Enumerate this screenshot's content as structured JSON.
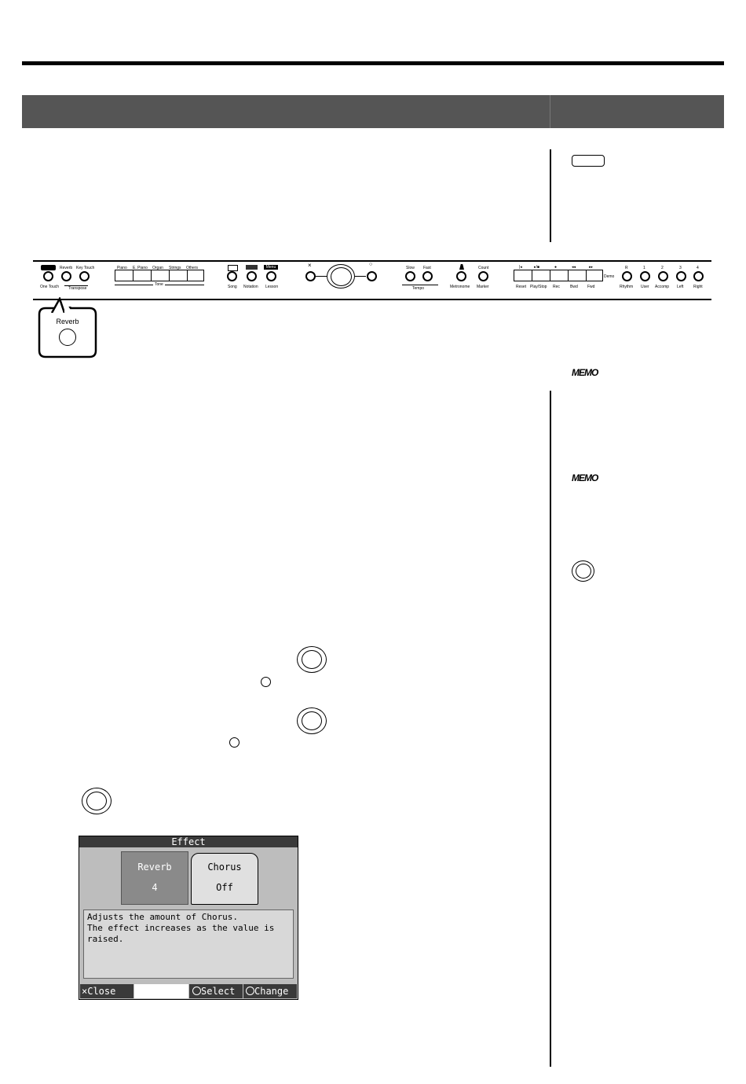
{
  "panel": {
    "buttons_left": {
      "one_touch": "One Touch",
      "reverb": "Reverb",
      "key_touch": "Key Touch",
      "transpose": "Transpose"
    },
    "tone_buttons": [
      "Piano",
      "E. Piano",
      "Organ",
      "Strings",
      "Others"
    ],
    "tone_label": "Tone",
    "song_label": "Song",
    "notation_label": "Notation",
    "menu_badge": "Menu",
    "lesson_label": "Lesson",
    "cancel_glyph": "×",
    "ok_glyph": "○",
    "slow_label": "Slow",
    "fast_label": "Fast",
    "tempo_label": "Tempo",
    "metronome_label": "Metronome",
    "count_label": "Count",
    "marker_label": "Marker",
    "transport_labels": [
      "Reset",
      "Play/Stop",
      "Rec",
      "Bwd",
      "Fwd"
    ],
    "transport_glyphs": [
      "|◂",
      "▸/■",
      "●",
      "◂◂",
      "▸▸"
    ],
    "demo_label": "Demo",
    "track_buttons": [
      {
        "top": "R",
        "bottom": "Rhythm"
      },
      {
        "top": "1",
        "bottom": "User"
      },
      {
        "top": "2",
        "bottom": "Accomp"
      },
      {
        "top": "3",
        "bottom": "Left"
      },
      {
        "top": "4",
        "bottom": "Right"
      }
    ]
  },
  "callout": {
    "label": "Reverb"
  },
  "sidebar": {
    "memo_badge": "MEMO"
  },
  "effect_screen": {
    "title": "Effect",
    "tabs": [
      {
        "name": "Reverb",
        "value": "4",
        "selected": true
      },
      {
        "name": "Chorus",
        "value": "Off",
        "selected": false
      }
    ],
    "description": [
      "Adjusts the amount of Chorus.",
      "The effect increases as the value is",
      "raised."
    ],
    "footer": {
      "close": "×Close",
      "select": "Select",
      "change": "Change"
    }
  }
}
